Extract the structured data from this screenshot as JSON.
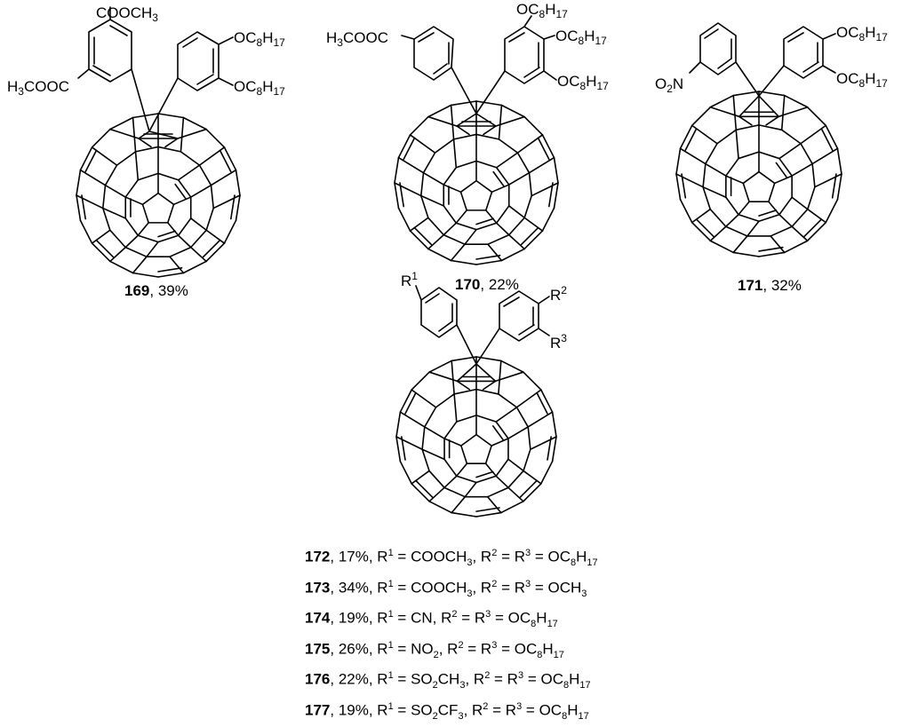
{
  "colors": {
    "ink": "#000000",
    "background": "#ffffff"
  },
  "compounds": [
    {
      "id": "169",
      "yield": "39%",
      "labels": {
        "top": [
          "COOCH",
          "3"
        ],
        "left": [
          "H",
          "3",
          "COOC"
        ],
        "r_top": [
          "OC",
          "8",
          "H",
          "17"
        ],
        "r_bottom": [
          "OC",
          "8",
          "H",
          "17"
        ]
      }
    },
    {
      "id": "170",
      "yield": "22%",
      "labels": {
        "left": [
          "H",
          "3",
          "COOC"
        ],
        "r_top": [
          "OC",
          "8",
          "H",
          "17"
        ],
        "r_mid": [
          "OC",
          "8",
          "H",
          "17"
        ],
        "r_bottom": [
          "OC",
          "8",
          "H",
          "17"
        ]
      }
    },
    {
      "id": "171",
      "yield": "32%",
      "labels": {
        "left": [
          "O",
          "2",
          "N"
        ],
        "r_top": [
          "OC",
          "8",
          "H",
          "17"
        ],
        "r_bottom": [
          "OC",
          "8",
          "H",
          "17"
        ]
      }
    },
    {
      "id": "generic",
      "labels": {
        "r1": [
          "R",
          "1"
        ],
        "r2": [
          "R",
          "2"
        ],
        "r3": [
          "R",
          "3"
        ]
      }
    }
  ],
  "series": [
    {
      "id": "172",
      "yield": "17%",
      "r1": [
        "COOCH",
        "3",
        ""
      ],
      "r23": [
        "OC",
        "8",
        "H",
        "17"
      ]
    },
    {
      "id": "173",
      "yield": "34%",
      "r1": [
        "COOCH",
        "3",
        ""
      ],
      "r23": [
        "OCH",
        "3",
        "",
        ""
      ]
    },
    {
      "id": "174",
      "yield": "19%",
      "r1": [
        "CN",
        "",
        ""
      ],
      "r23": [
        "OC",
        "8",
        "H",
        "17"
      ]
    },
    {
      "id": "175",
      "yield": "26%",
      "r1": [
        "NO",
        "2",
        ""
      ],
      "r23": [
        "OC",
        "8",
        "H",
        "17"
      ]
    },
    {
      "id": "176",
      "yield": "22%",
      "r1": [
        "SO",
        "2",
        "CH3"
      ],
      "r23": [
        "OC",
        "8",
        "H",
        "17"
      ]
    },
    {
      "id": "177",
      "yield": "19%",
      "r1": [
        "SO",
        "2",
        "CF3"
      ],
      "r23": [
        "OC",
        "8",
        "H",
        "17"
      ]
    }
  ],
  "text": {
    "r1_prefix": "R",
    "sup1": "1",
    "sup2": "2",
    "sup3": "3",
    "eq": " = ",
    "sep": ", "
  }
}
